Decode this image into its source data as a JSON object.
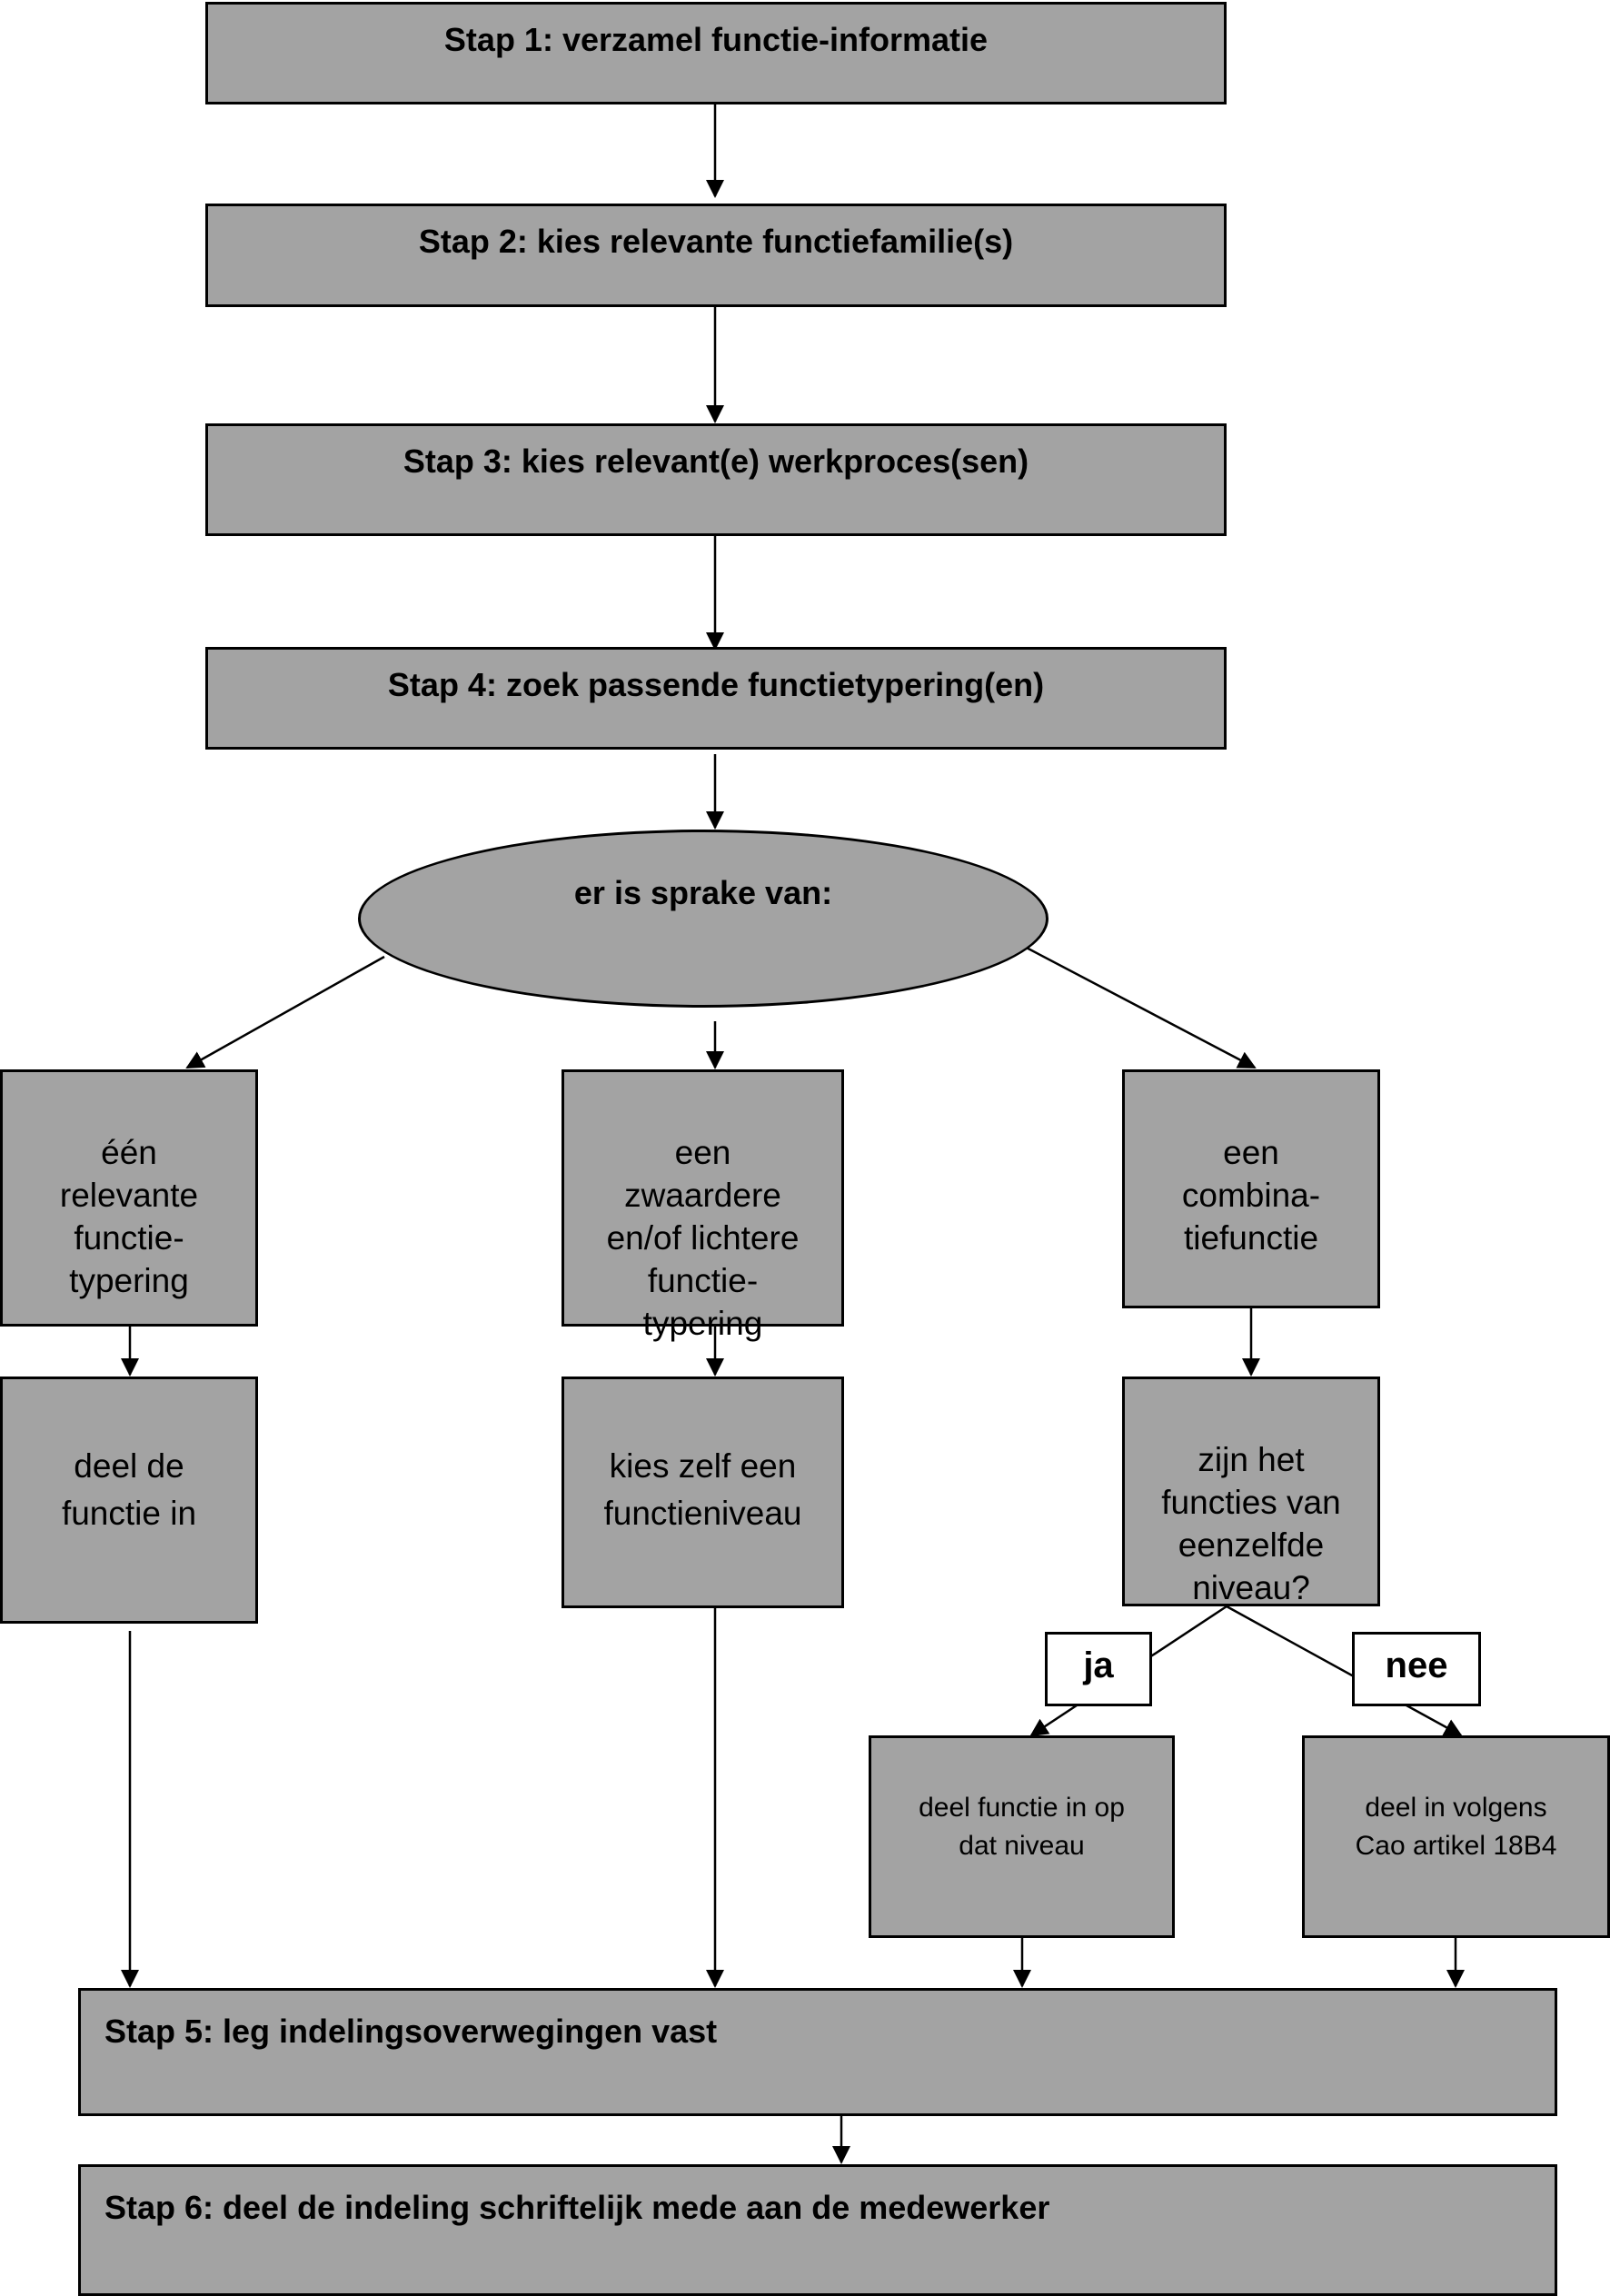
{
  "steps": {
    "step1": "Stap 1: verzamel functie-informatie",
    "step2": "Stap 2: kies relevante functiefamilie(s)",
    "step3": "Stap 3: kies relevant(e) werkproces(sen)",
    "step4": "Stap 4: zoek passende functietypering(en)",
    "step5": "Stap 5: leg indelingsoverwegingen vast",
    "step6": "Stap 6: deel de indeling schriftelijk mede aan de medewerker"
  },
  "decision": "er is sprake van:",
  "options": {
    "one": "één\nrelevante\nfunctie-\ntypering",
    "heavier_lighter": "een\nzwaardere\nen/of lichtere\nfunctie-\ntypering",
    "combination": "een\ncombina-\ntiefunctie"
  },
  "actions": {
    "classify": "deel de\nfunctie in",
    "choose_level": "kies zelf een\nfunctieniveau",
    "same_level_question": "zijn het\nfuncties van\neenzelfde\nniveau?"
  },
  "branch_labels": {
    "yes": "ja",
    "no": "nee"
  },
  "outcomes": {
    "yes": "deel functie in op\ndat niveau",
    "no": "deel in volgens\nCao artikel 18B4"
  }
}
